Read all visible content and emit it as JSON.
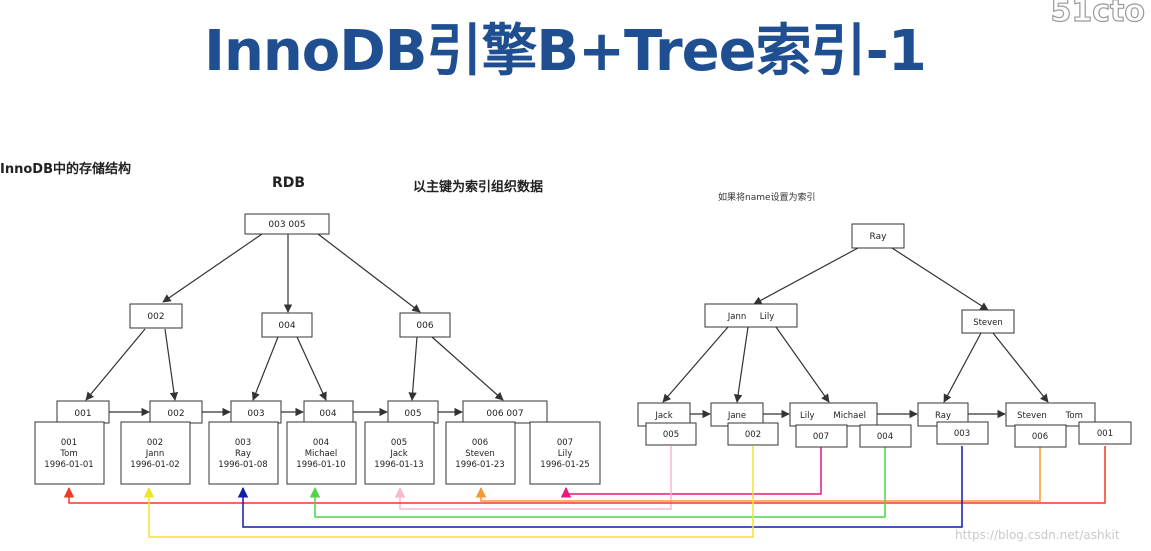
{
  "title": "InnoDB引擎B+Tree索引-1",
  "logo": "51cto",
  "headings": {
    "storage": "InnoDB中的存储结构",
    "rdb": "RDB",
    "primary_key": "以主键为索引组织数据",
    "name_index": "如果将name设置为索引"
  },
  "left_tree": {
    "root": "003  005",
    "level2": [
      "002",
      "004",
      "006"
    ],
    "leaves": [
      "001",
      "002",
      "003",
      "004",
      "005",
      "006  007"
    ],
    "rows": [
      {
        "id": "001",
        "name": "Tom",
        "date": "1996-01-01"
      },
      {
        "id": "002",
        "name": "Jann",
        "date": "1996-01-02"
      },
      {
        "id": "003",
        "name": "Ray",
        "date": "1996-01-08"
      },
      {
        "id": "004",
        "name": "Michael",
        "date": "1996-01-10"
      },
      {
        "id": "005",
        "name": "Jack",
        "date": "1996-01-13"
      },
      {
        "id": "006",
        "name": "Steven",
        "date": "1996-01-23"
      },
      {
        "id": "007",
        "name": "Lily",
        "date": "1996-01-25"
      }
    ]
  },
  "right_tree": {
    "root": "Ray",
    "level2": [
      "Jann     Lily",
      "Steven"
    ],
    "leaves": [
      "Jack",
      "Jane",
      "Lily       Michael",
      "Ray",
      "Steven       Tom"
    ],
    "pointers": [
      "005",
      "002",
      "007",
      "004",
      "003",
      "006",
      "001"
    ]
  },
  "pointer_colors": {
    "007": "#e8197d",
    "005": "#f6b9d0",
    "002": "#f2e22a",
    "004": "#4cd64c",
    "003": "#0d1fa5",
    "006": "#f49a2e",
    "001": "#f03a25"
  },
  "watermark": "https://blog.csdn.net/ashkit"
}
